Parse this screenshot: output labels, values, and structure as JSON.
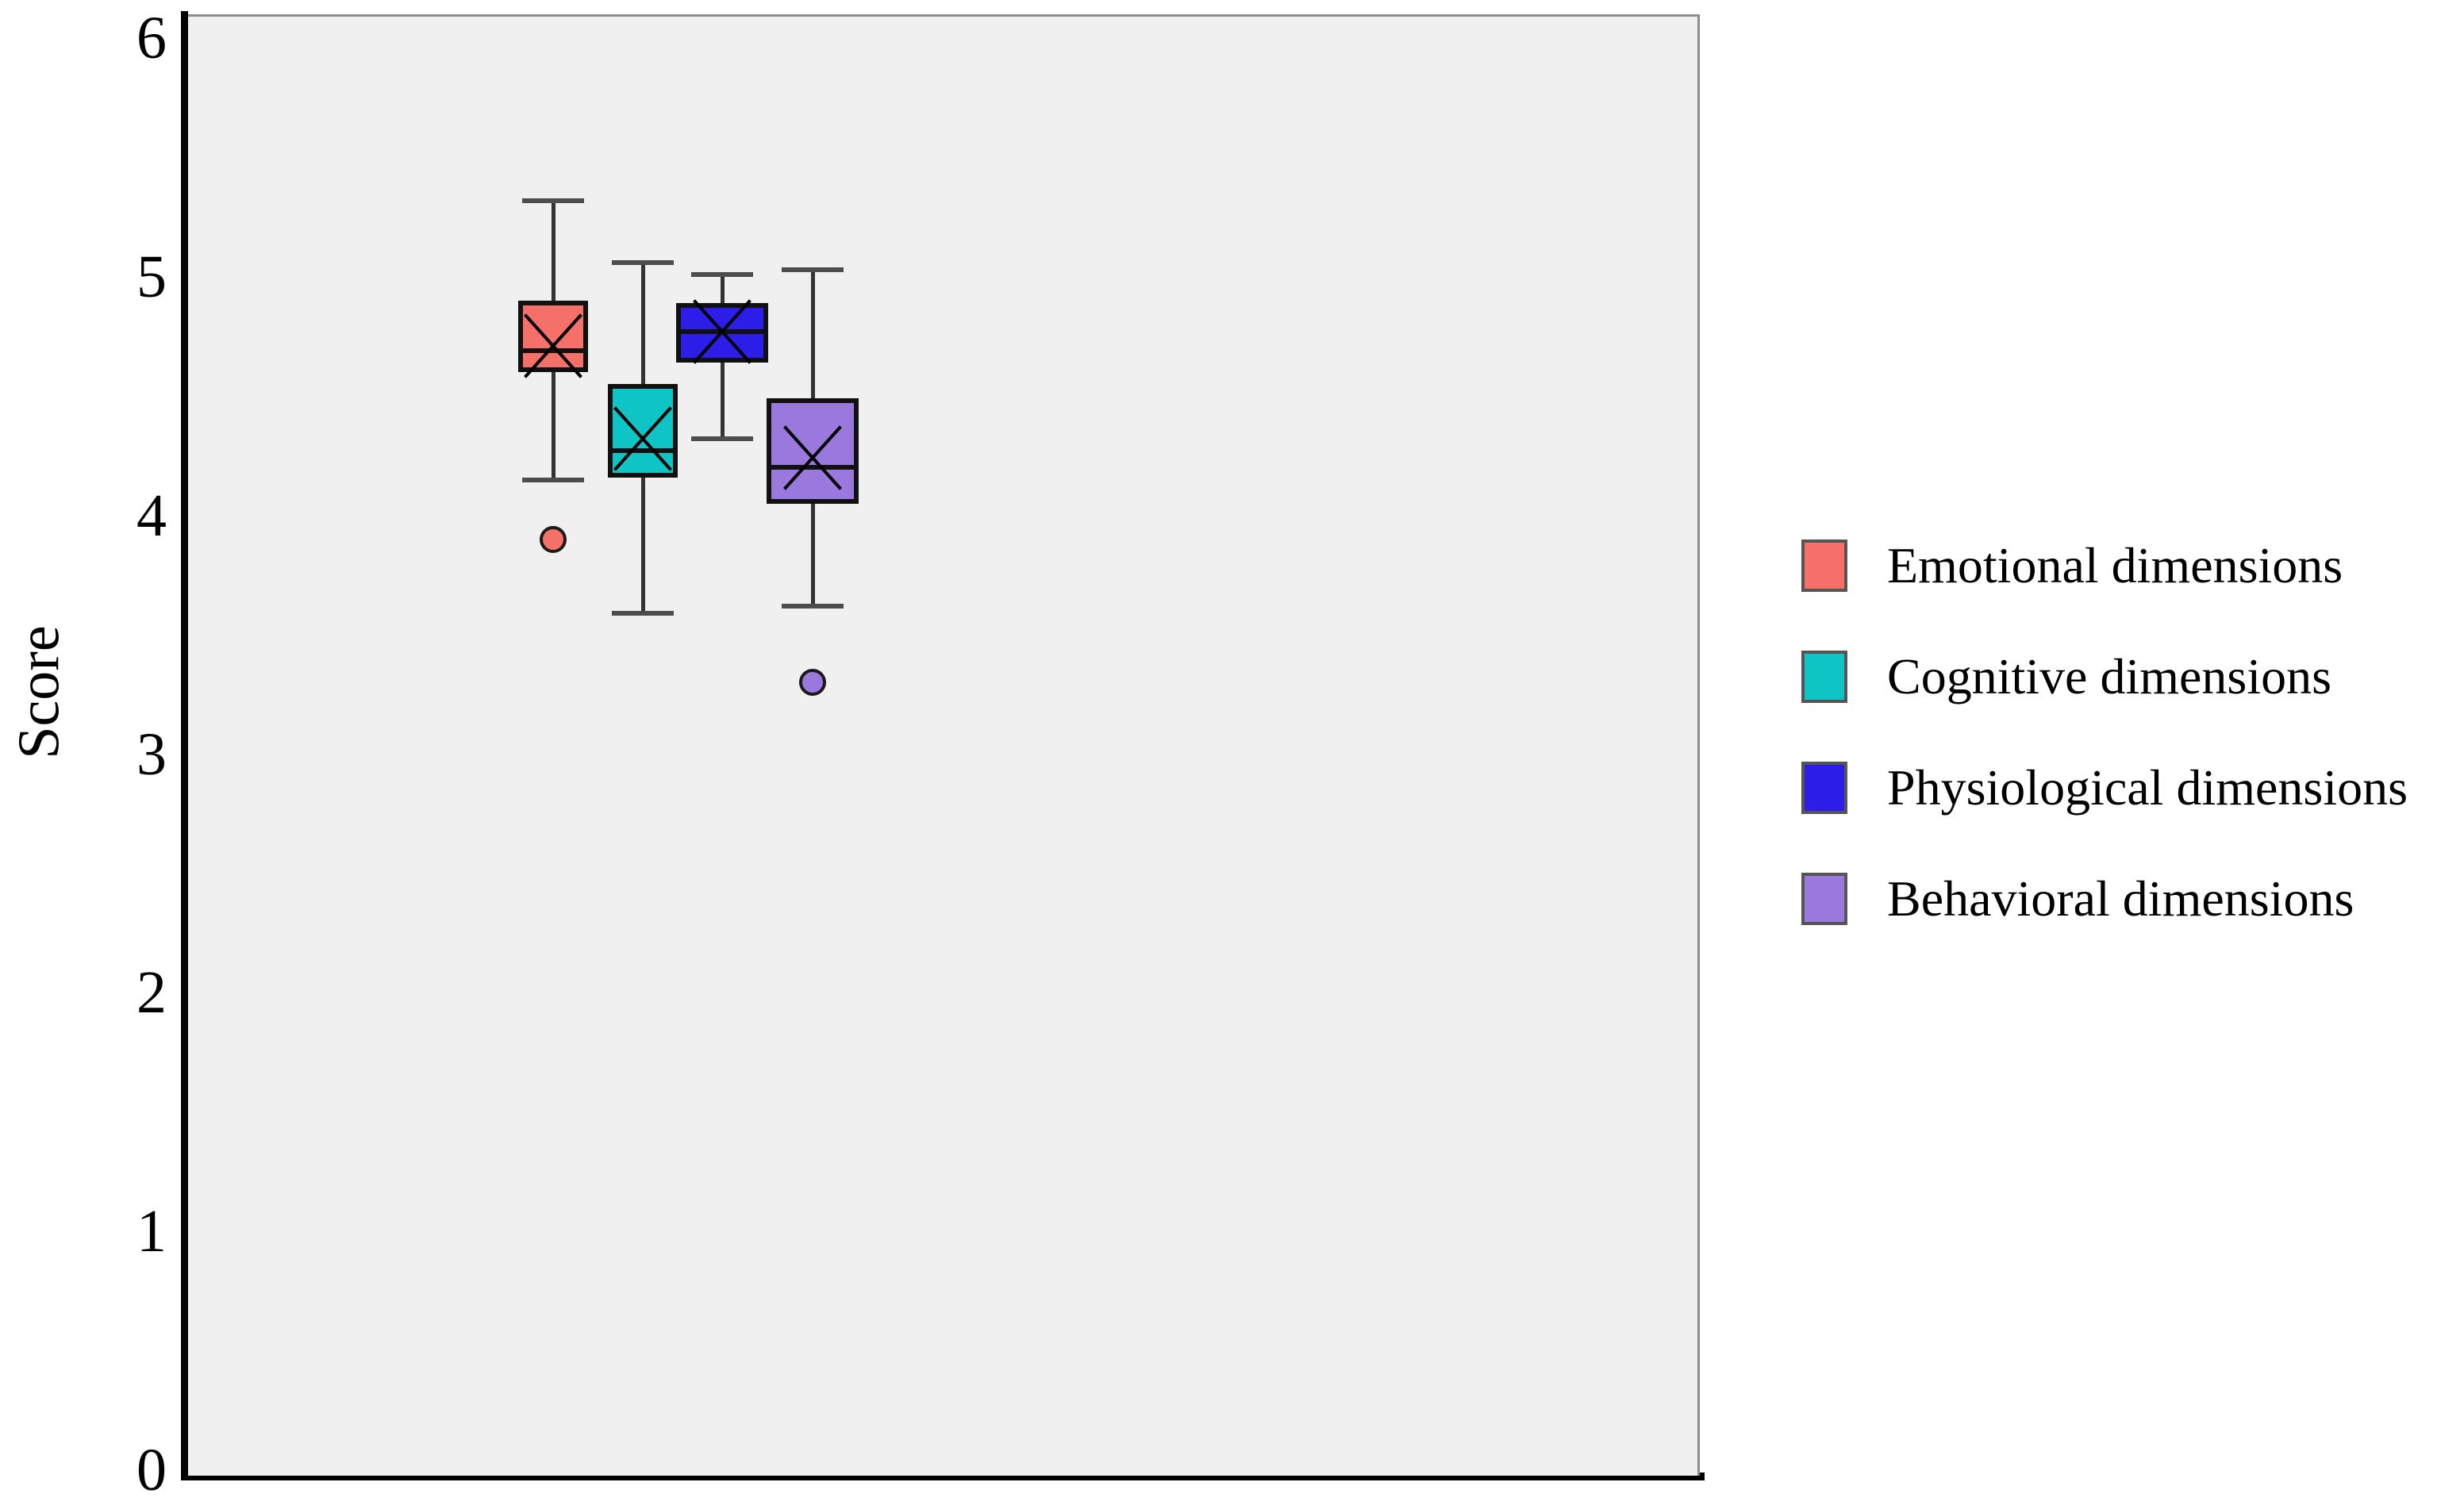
{
  "chart_data": {
    "type": "box",
    "title": "",
    "xlabel": "",
    "ylabel": "Score",
    "ylim": [
      0,
      6
    ],
    "ytick_labels": [
      "6",
      "5",
      "4",
      "3",
      "2",
      "1",
      "0"
    ],
    "yticks": [
      6,
      5,
      4,
      3,
      2,
      1,
      0
    ],
    "grid": false,
    "legend_position": "right",
    "plot_background": "#f0f0f0",
    "categories": [
      "Emotional dimensions",
      "Cognitive dimensions",
      "Physiological dimensions",
      "Behavioral dimensions"
    ],
    "series": [
      {
        "name": "Emotional dimensions",
        "color": "#f57068",
        "whisker_low": 4.17,
        "q1": 4.61,
        "median": 4.7,
        "mean": 4.72,
        "q3": 4.91,
        "whisker_high": 5.34,
        "outliers": [
          3.91
        ]
      },
      {
        "name": "Cognitive dimensions",
        "color": "#0fc4c4",
        "whisker_low": 3.61,
        "q1": 4.17,
        "median": 4.28,
        "mean": 4.33,
        "q3": 4.56,
        "whisker_high": 5.08,
        "outliers": []
      },
      {
        "name": "Physiological dimensions",
        "color": "#2d1de8",
        "whisker_low": 4.34,
        "q1": 4.65,
        "median": 4.78,
        "mean": 4.78,
        "q3": 4.9,
        "whisker_high": 5.03,
        "outliers": []
      },
      {
        "name": "Behavioral dimensions",
        "color": "#9a78de",
        "whisker_low": 3.64,
        "q1": 4.06,
        "median": 4.21,
        "mean": 4.25,
        "q3": 4.5,
        "whisker_high": 5.05,
        "outliers": [
          3.31
        ]
      }
    ]
  },
  "axis": {
    "y_label": "Score",
    "y_ticks": [
      {
        "label": "6",
        "value": 6
      },
      {
        "label": "5",
        "value": 5
      },
      {
        "label": "4",
        "value": 4
      },
      {
        "label": "3",
        "value": 3
      },
      {
        "label": "2",
        "value": 2
      },
      {
        "label": "1",
        "value": 1
      },
      {
        "label": "0",
        "value": 0
      }
    ]
  },
  "legend": {
    "items": [
      {
        "label": "Emotional dimensions",
        "color": "#f57068"
      },
      {
        "label": "Cognitive dimensions",
        "color": "#0fc4c4"
      },
      {
        "label": "Physiological dimensions",
        "color": "#2d1de8"
      },
      {
        "label": "Behavioral dimensions",
        "color": "#9a78de"
      }
    ]
  }
}
